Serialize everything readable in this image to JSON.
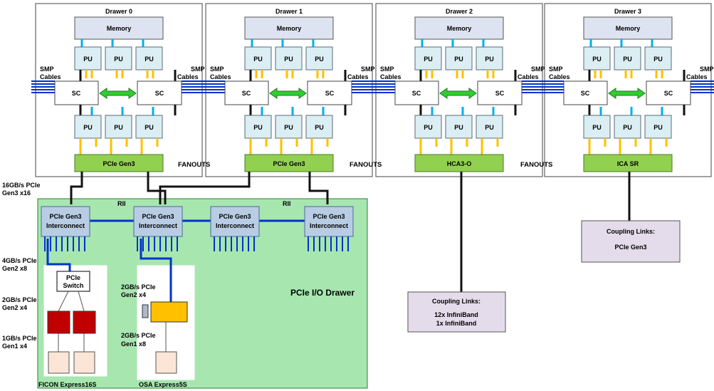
{
  "drawers": [
    {
      "title": "Drawer 0",
      "memory": "Memory",
      "pu": "PU",
      "sc": "SC",
      "fanout": "PCIe Gen3"
    },
    {
      "title": "Drawer 1",
      "memory": "Memory",
      "pu": "PU",
      "sc": "SC",
      "fanout": "PCIe Gen3"
    },
    {
      "title": "Drawer 2",
      "memory": "Memory",
      "pu": "PU",
      "sc": "SC",
      "fanout": "HCA3-O"
    },
    {
      "title": "Drawer 3",
      "memory": "Memory",
      "pu": "PU",
      "sc": "SC",
      "fanout": "ICA SR"
    }
  ],
  "labels": {
    "smp_line1": "SMP",
    "smp_line2": "Cables",
    "fanouts": "FANOUTS",
    "pcie16_line1": "16GB/s PCIe",
    "pcie16_line2": "Gen3 x16",
    "rii": "RII",
    "interconnect_line1": "PCIe Gen3",
    "interconnect_line2": "Interconnect",
    "pcie4_line1": "4GB/s PCIe",
    "pcie4_line2": "Gen2 x8",
    "pcie2a_line1": "2GB/s PCIe",
    "pcie2a_line2": "Gen2 x4",
    "pcie1_line1": "1GB/s PCIe",
    "pcie1_line2": "Gen1 x4",
    "switch_line1": "PCIe",
    "switch_line2": "Switch",
    "osa_pcie2_line1": "2GB/s PCIe",
    "osa_pcie2_line2": "Gen2 x4",
    "osa_pcie2b_line1": "2GB/s PCIe",
    "osa_pcie2b_line2": "Gen1 x8",
    "io_drawer": "PCIe I/O Drawer",
    "ficon": "FICON Express16S",
    "osa": "OSA Express5S"
  },
  "coupling_infiniband": {
    "title": "Coupling Links:",
    "line1": "12x InfiniBand",
    "line2": "1x InfiniBand"
  },
  "coupling_pcie": {
    "title": "Coupling Links:",
    "line1": "PCIe Gen3"
  },
  "colors": {
    "pu_fill": "#dbeef4",
    "memory_fill": "#dde3f0",
    "fanout_fill": "#92d050",
    "io_drawer_fill": "#a8e6b0",
    "interconnect_fill": "#b8cce4",
    "link_blue": "#0033cc",
    "memory_link": "#00b0f0",
    "pu_link": "#ffc000",
    "ficon_card": "#c00000",
    "osa_card": "#ffc000",
    "coupling_fill": "#e4dcea",
    "sc_arrow": "#33cc33"
  }
}
